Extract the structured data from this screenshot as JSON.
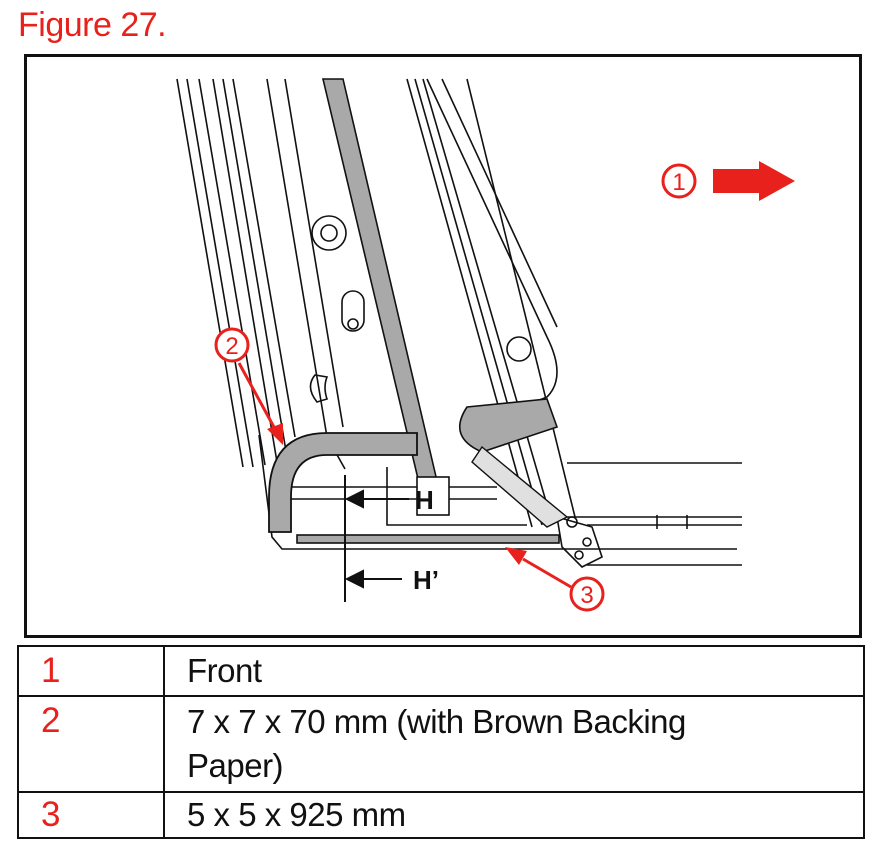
{
  "figure": {
    "title": "Figure 27.",
    "callouts": [
      "1",
      "2",
      "3"
    ],
    "labels": {
      "h": "H",
      "h_prime": "H’"
    },
    "colors": {
      "accent": "#e8211c",
      "line": "#111111",
      "part_gray": "#a9a9a9"
    }
  },
  "legend": {
    "rows": [
      {
        "number": "1",
        "text": "Front"
      },
      {
        "number": "2",
        "text": "7 x 7 x 70 mm (with Brown Backing Paper)"
      },
      {
        "number": "3",
        "text": "5 x 5 x 925 mm"
      }
    ]
  }
}
